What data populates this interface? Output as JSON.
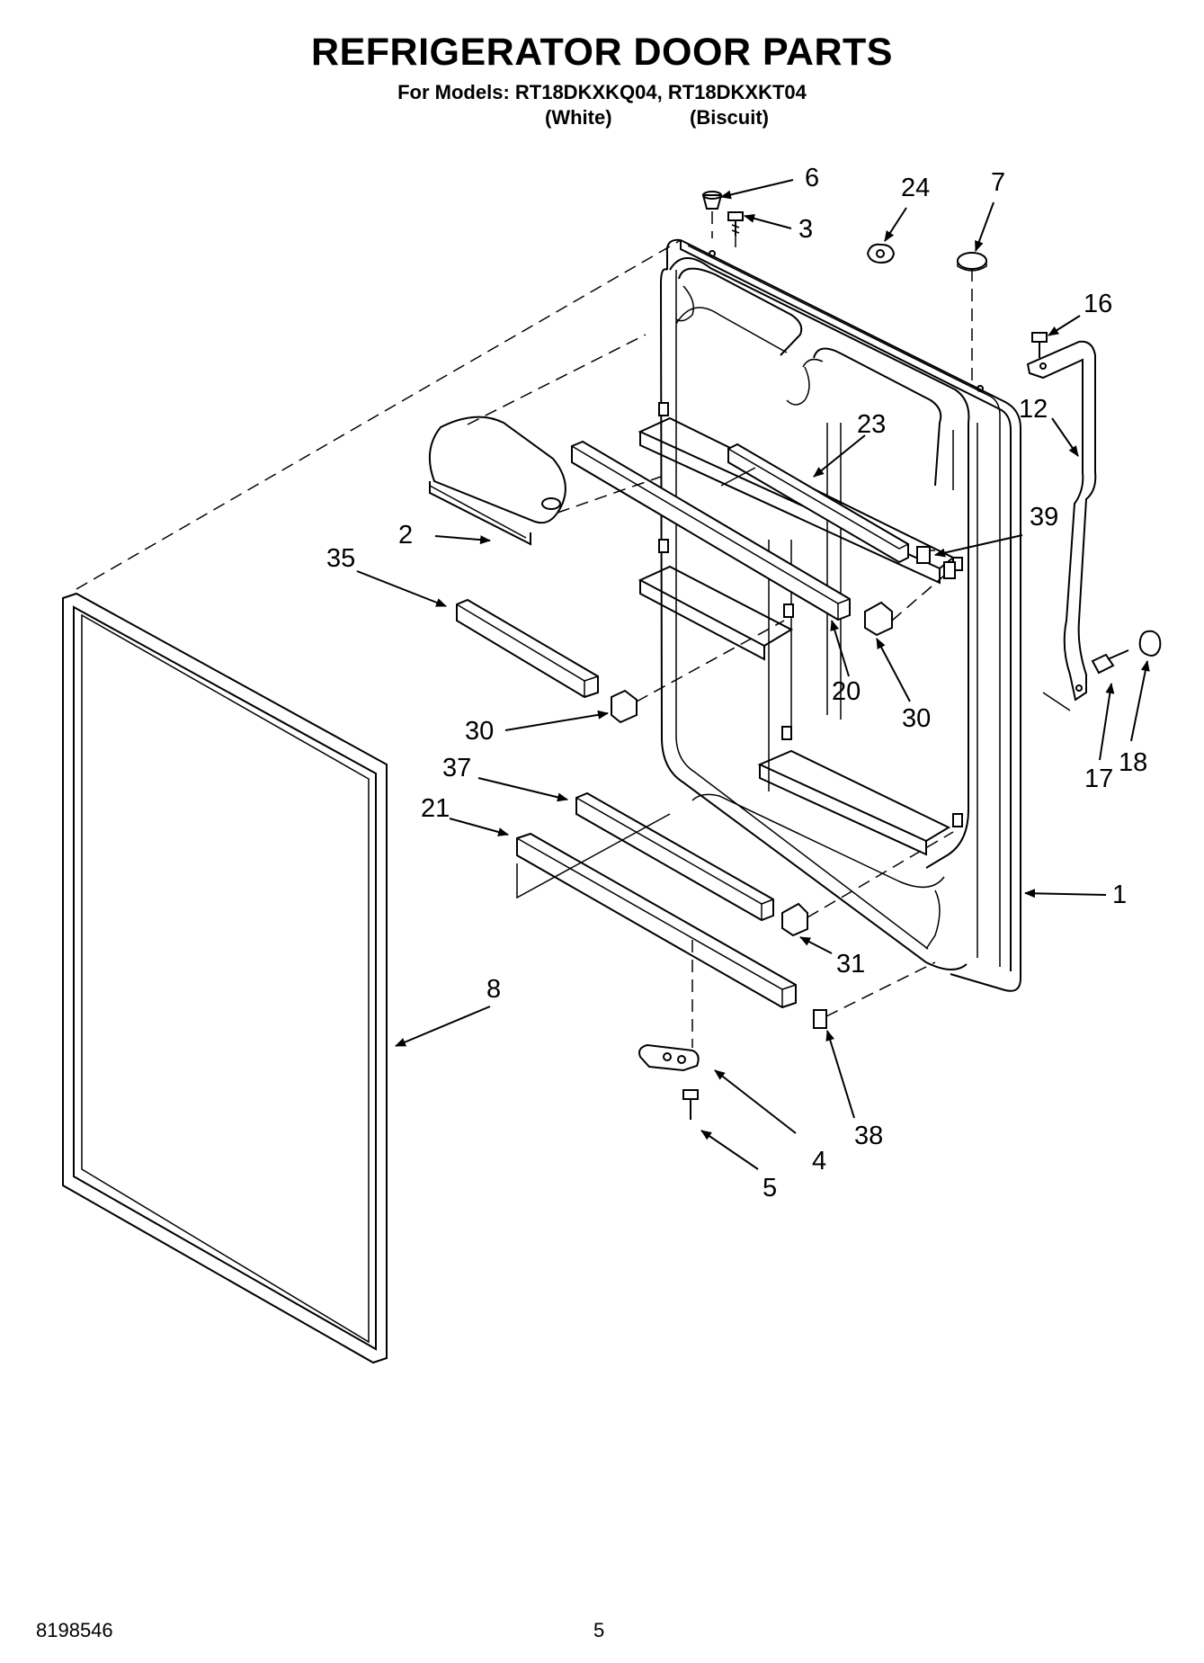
{
  "title": "REFRIGERATOR DOOR PARTS",
  "subtitle": "For Models: RT18DKXKQ04, RT18DKXKT04",
  "variants": [
    "(White)",
    "(Biscuit)"
  ],
  "footer": {
    "doc_number": "8198546",
    "page": "5"
  },
  "callouts": [
    {
      "id": "c1",
      "label": "1"
    },
    {
      "id": "c2",
      "label": "2"
    },
    {
      "id": "c3",
      "label": "3"
    },
    {
      "id": "c4",
      "label": "4"
    },
    {
      "id": "c5",
      "label": "5"
    },
    {
      "id": "c6",
      "label": "6"
    },
    {
      "id": "c7",
      "label": "7"
    },
    {
      "id": "c8",
      "label": "8"
    },
    {
      "id": "c12",
      "label": "12"
    },
    {
      "id": "c16",
      "label": "16"
    },
    {
      "id": "c17",
      "label": "17"
    },
    {
      "id": "c18",
      "label": "18"
    },
    {
      "id": "c20",
      "label": "20"
    },
    {
      "id": "c21",
      "label": "21"
    },
    {
      "id": "c23",
      "label": "23"
    },
    {
      "id": "c24",
      "label": "24"
    },
    {
      "id": "c30a",
      "label": "30"
    },
    {
      "id": "c30b",
      "label": "30"
    },
    {
      "id": "c31",
      "label": "31"
    },
    {
      "id": "c35",
      "label": "35"
    },
    {
      "id": "c37",
      "label": "37"
    },
    {
      "id": "c38",
      "label": "38"
    },
    {
      "id": "c39",
      "label": "39"
    }
  ]
}
